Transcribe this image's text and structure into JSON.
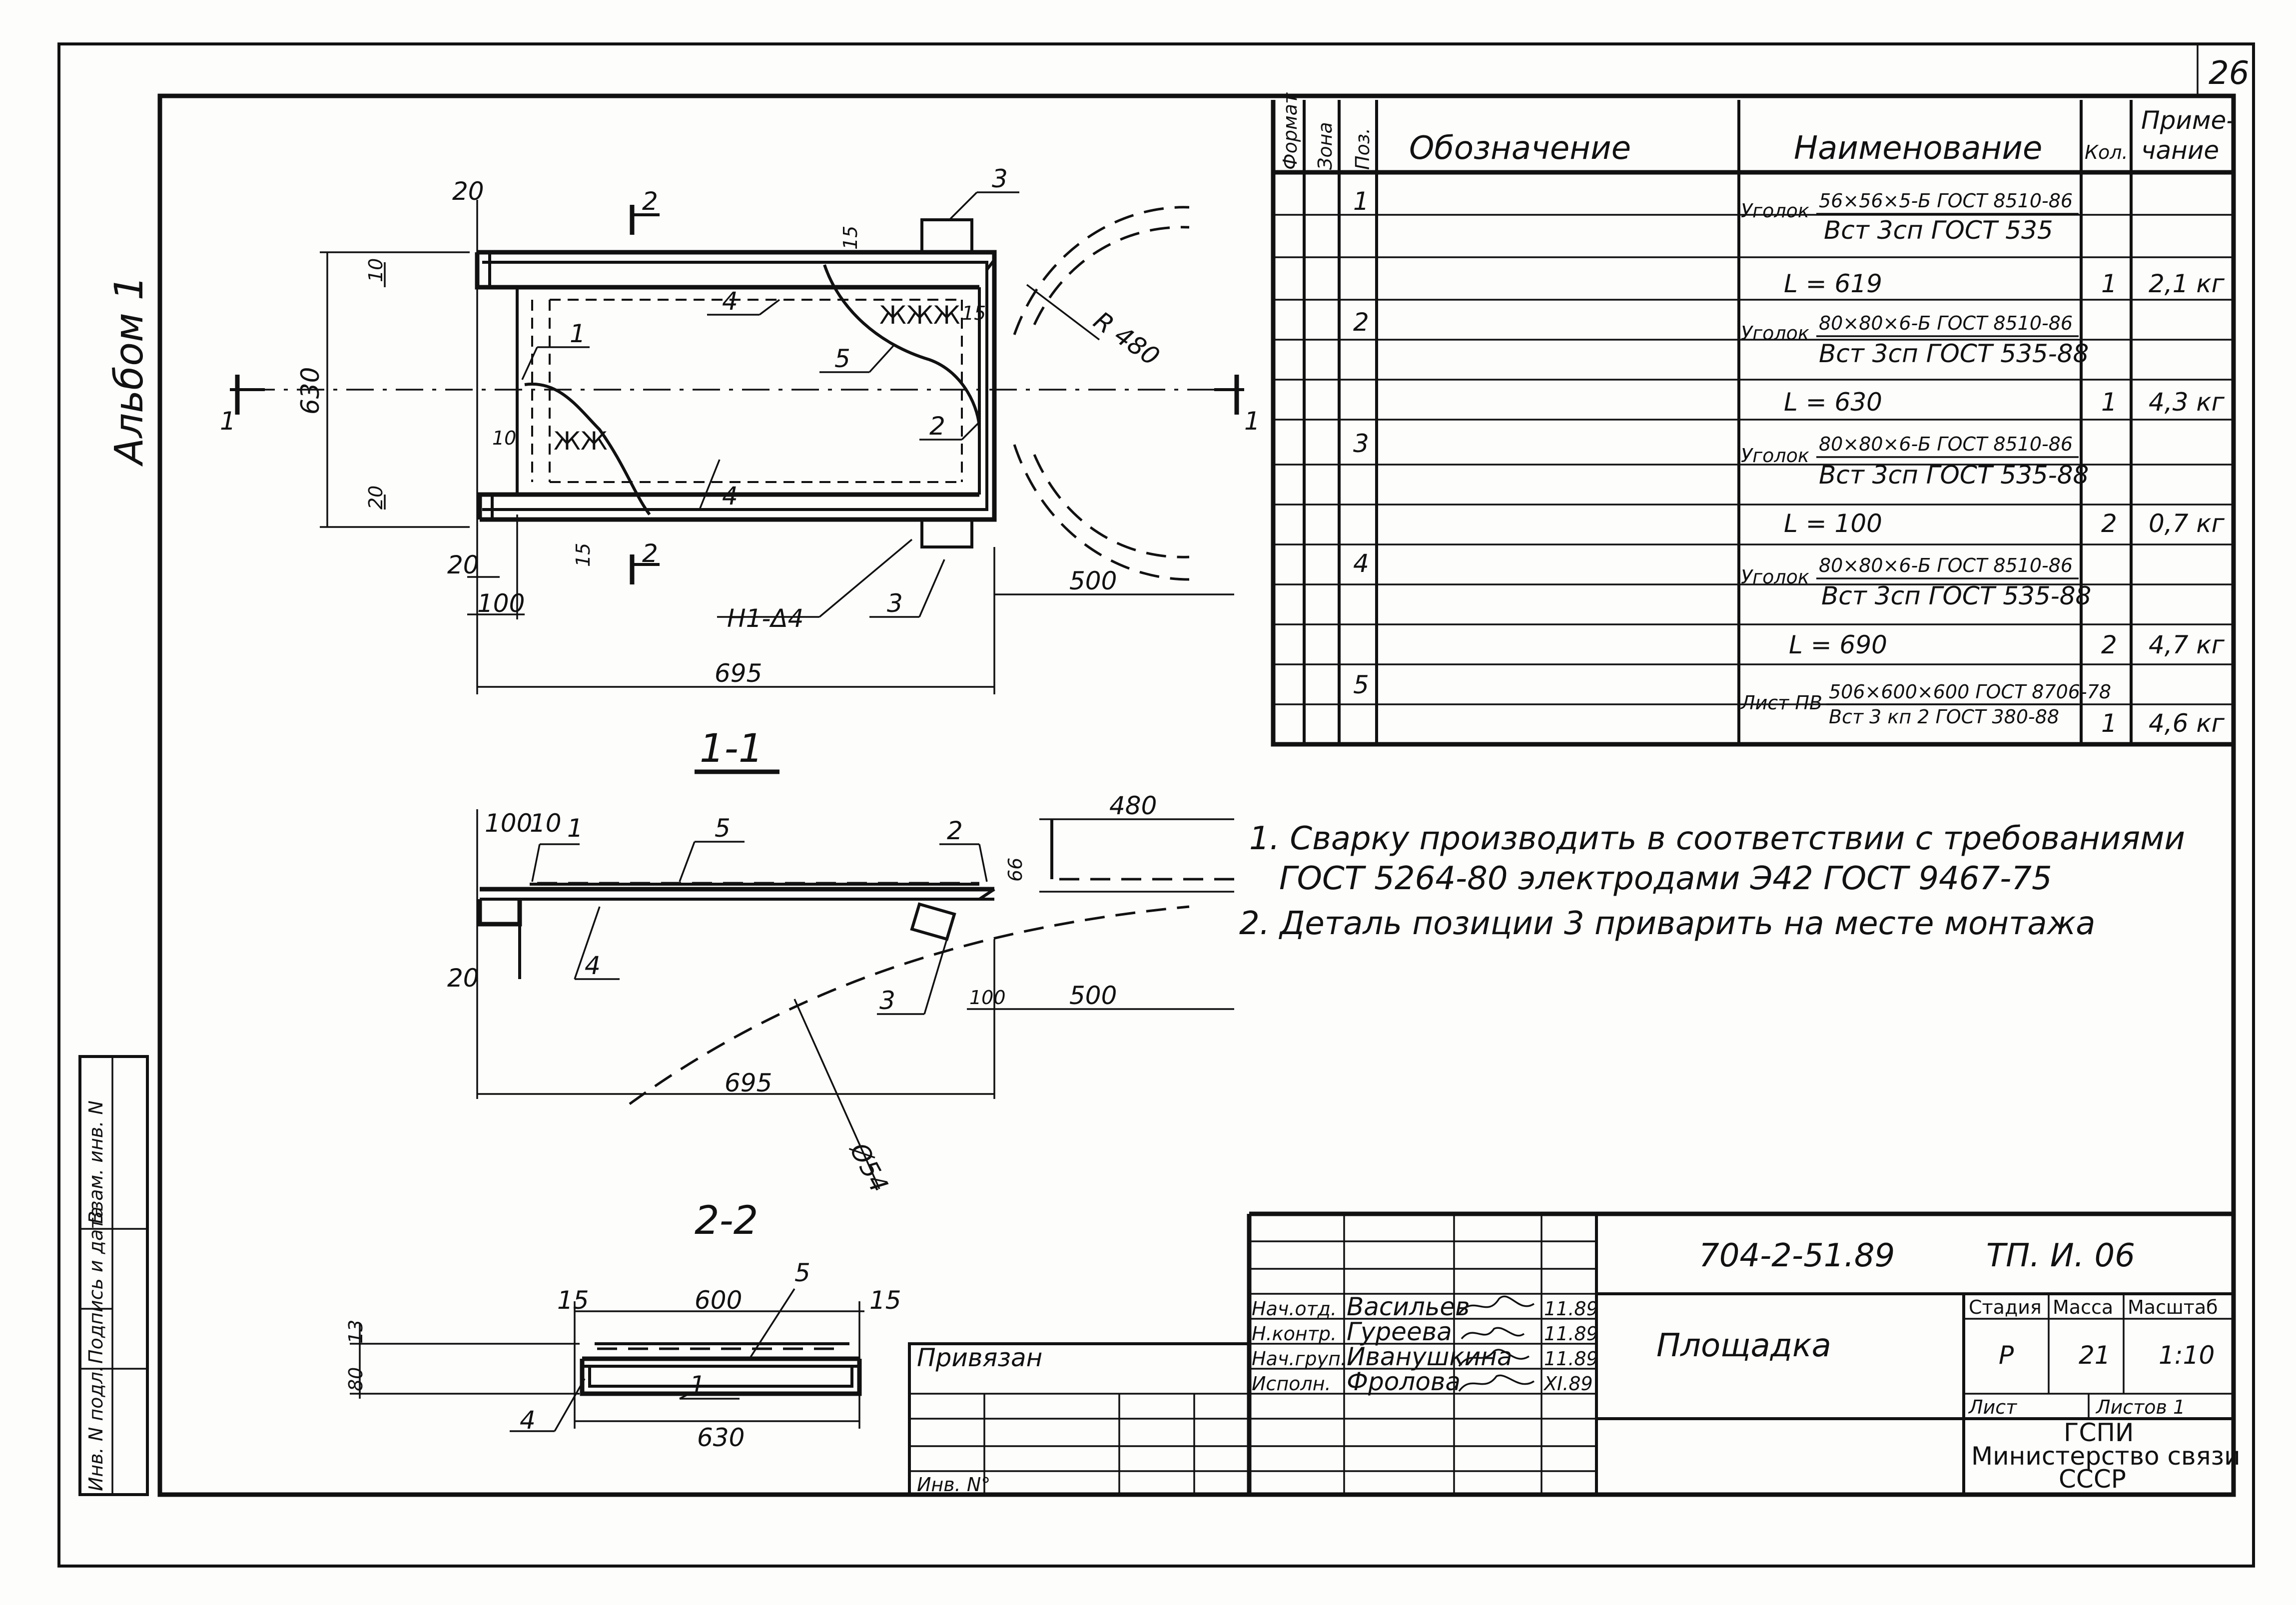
{
  "sheet": {
    "sheet_number": "26",
    "album_label": "Альбом 1"
  },
  "spec_table": {
    "headers": {
      "format": "Формат",
      "zone": "Зона",
      "pos": "Поз.",
      "designation": "Обозначение",
      "name": "Наименование",
      "qty": "Кол.",
      "note": "Приме-\nчание"
    },
    "rows": [
      {
        "pos": "1",
        "name_prefix": "Уголок",
        "profile": "56×56×5-Б ГОСТ 8510-86",
        "material": "Вст 3сп ГОСТ 535",
        "length": "L = 619",
        "qty": "1",
        "mass": "2,1 кг"
      },
      {
        "pos": "2",
        "name_prefix": "Уголок",
        "profile": "80×80×6-Б ГОСТ 8510-86",
        "material": "Вст 3сп ГОСТ 535-88",
        "length": "L = 630",
        "qty": "1",
        "mass": "4,3 кг"
      },
      {
        "pos": "3",
        "name_prefix": "Уголок",
        "profile": "80×80×6-Б ГОСТ 8510-86",
        "material": "Вст 3сп ГОСТ 535-88",
        "length": "L = 100",
        "qty": "2",
        "mass": "0,7 кг"
      },
      {
        "pos": "4",
        "name_prefix": "Уголок",
        "profile": "80×80×6-Б ГОСТ 8510-86",
        "material": "Вст 3сп ГОСТ 535-88",
        "length": "L = 690",
        "qty": "2",
        "mass": "4,7 кг"
      },
      {
        "pos": "5",
        "name_prefix": "Лист ПВ",
        "profile": "506×600×600 ГОСТ 8706-78",
        "material": "Вст 3 кп 2 ГОСТ 380-88",
        "length": "",
        "qty": "1",
        "mass": "4,6 кг"
      }
    ]
  },
  "notes": [
    "1. Сварку производить в соответствии с требованиями",
    "ГОСТ 5264-80 электродами Э42 ГОСТ 9467-75",
    "2. Деталь позиции 3 приварить на месте монтажа"
  ],
  "plan_view": {
    "dims": {
      "top_left": "20",
      "left_top": "10",
      "height": "630",
      "left_mid": "10",
      "left_bot": "20",
      "bottom_left": "20",
      "bottom_100": "100",
      "overall_width": "695",
      "right_500": "500",
      "radius": "R 480",
      "top_15": "15",
      "side_15": "15",
      "bot_15": "15"
    },
    "callouts": [
      "1",
      "2",
      "3",
      "3",
      "4",
      "4",
      "5"
    ],
    "weld_mark": "Н1-Δ4",
    "section_marks": [
      "1",
      "1",
      "2",
      "2"
    ]
  },
  "section_1_1": {
    "title": "1-1",
    "dims": {
      "d100": "100",
      "d10": "10",
      "d20": "20",
      "d480": "480",
      "d66": "66",
      "d100b": "100",
      "d500": "500",
      "d695": "695",
      "d854": "Ø54"
    },
    "callouts": [
      "1",
      "2",
      "3",
      "4",
      "5"
    ]
  },
  "section_2_2": {
    "title": "2-2",
    "dims": {
      "d15a": "15",
      "d600": "600",
      "d15b": "15",
      "d13": "13",
      "d80": "80",
      "d630": "630"
    },
    "callouts": [
      "1",
      "4",
      "5"
    ]
  },
  "side_stamp": {
    "labels": [
      "Инв. N подл.",
      "Подпись и дата",
      "Взам. инв. N"
    ]
  },
  "tie_block": {
    "label": "Привязан",
    "inv_label": "Инв. N°"
  },
  "title_block": {
    "doc_code": "704-2-51.89",
    "series": "ТП. И. 06",
    "title": "Площадка",
    "signers": [
      {
        "role": "Нач.отд.",
        "name": "Васильев",
        "date": "11.89"
      },
      {
        "role": "Н.контр.",
        "name": "Гуреева",
        "date": "11.89"
      },
      {
        "role": "Нач.груп.",
        "name": "Иванушкина",
        "date": "11.89"
      },
      {
        "role": "Исполн.",
        "name": "Фролова",
        "date": "XI.89"
      }
    ],
    "stage_label": "Стадия",
    "mass_label": "Масса",
    "scale_label": "Масштаб",
    "stage": "Р",
    "mass": "21",
    "scale": "1:10",
    "sheet_label": "Лист",
    "sheets_label": "Листов 1",
    "org_line1": "ГСПИ",
    "org_line2": "Министерство связи",
    "org_line3": "СССР"
  }
}
